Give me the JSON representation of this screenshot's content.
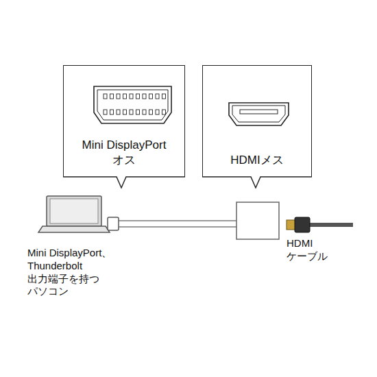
{
  "diagram": {
    "nodes": [
      {
        "text": [
          "Mini DisplayPort オス"
        ]
      },
      {
        "text": [
          "HDMIメス"
        ]
      }
    ],
    "edges": [],
    "labels": [
      "Mini DisplayPort、 Thunderbolt 出力端子を持つ パソコン",
      "HDMI ケーブル"
    ]
  }
}
